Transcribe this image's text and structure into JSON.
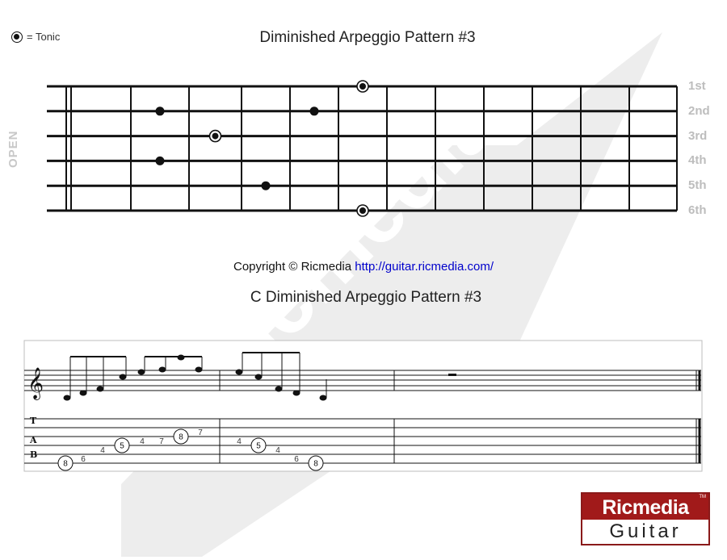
{
  "legend": {
    "label": "= Tonic"
  },
  "fretboard": {
    "title": "Diminished Arpeggio Pattern #3",
    "open_label": "OPEN",
    "string_names": [
      "1st",
      "2nd",
      "3rd",
      "4th",
      "5th",
      "6th"
    ],
    "notes": [
      {
        "string": 1,
        "fret": 7,
        "tonic": true
      },
      {
        "string": 2,
        "fret": 3,
        "tonic": false
      },
      {
        "string": 2,
        "fret": 6,
        "tonic": false
      },
      {
        "string": 3,
        "fret": 4,
        "tonic": true
      },
      {
        "string": 4,
        "fret": 3,
        "tonic": false
      },
      {
        "string": 5,
        "fret": 5,
        "tonic": false
      },
      {
        "string": 6,
        "fret": 7,
        "tonic": true
      }
    ]
  },
  "copyright": {
    "text": "Copyright © Ricmedia",
    "url": "http://guitar.ricmedia.com/"
  },
  "notation": {
    "title": "C Diminished Arpeggio Pattern #3",
    "tab_letters": [
      "T",
      "A",
      "B"
    ],
    "tab_numbers": [
      {
        "value": "8",
        "string": 6,
        "circled": true
      },
      {
        "value": "6",
        "string": 6,
        "circled": false
      },
      {
        "value": "4",
        "string": 5,
        "circled": false
      },
      {
        "value": "5",
        "string": 4,
        "circled": true
      },
      {
        "value": "4",
        "string": 4,
        "circled": false
      },
      {
        "value": "7",
        "string": 4,
        "circled": false
      },
      {
        "value": "8",
        "string": 3,
        "circled": true
      },
      {
        "value": "7",
        "string": 3,
        "circled": false
      },
      {
        "value": "4",
        "string": 4,
        "circled": false
      },
      {
        "value": "5",
        "string": 4,
        "circled": true
      },
      {
        "value": "4",
        "string": 5,
        "circled": false
      },
      {
        "value": "6",
        "string": 6,
        "circled": false
      },
      {
        "value": "8",
        "string": 6,
        "circled": true
      }
    ]
  },
  "logo": {
    "line1": "Ricmedia",
    "line2": "Guitar",
    "tm": "TM"
  },
  "watermark_text": "Ricmedia",
  "colors": {
    "logo_red": "#a11a1a",
    "link_blue": "#0000cc",
    "label_gray": "#bdbdbd"
  }
}
